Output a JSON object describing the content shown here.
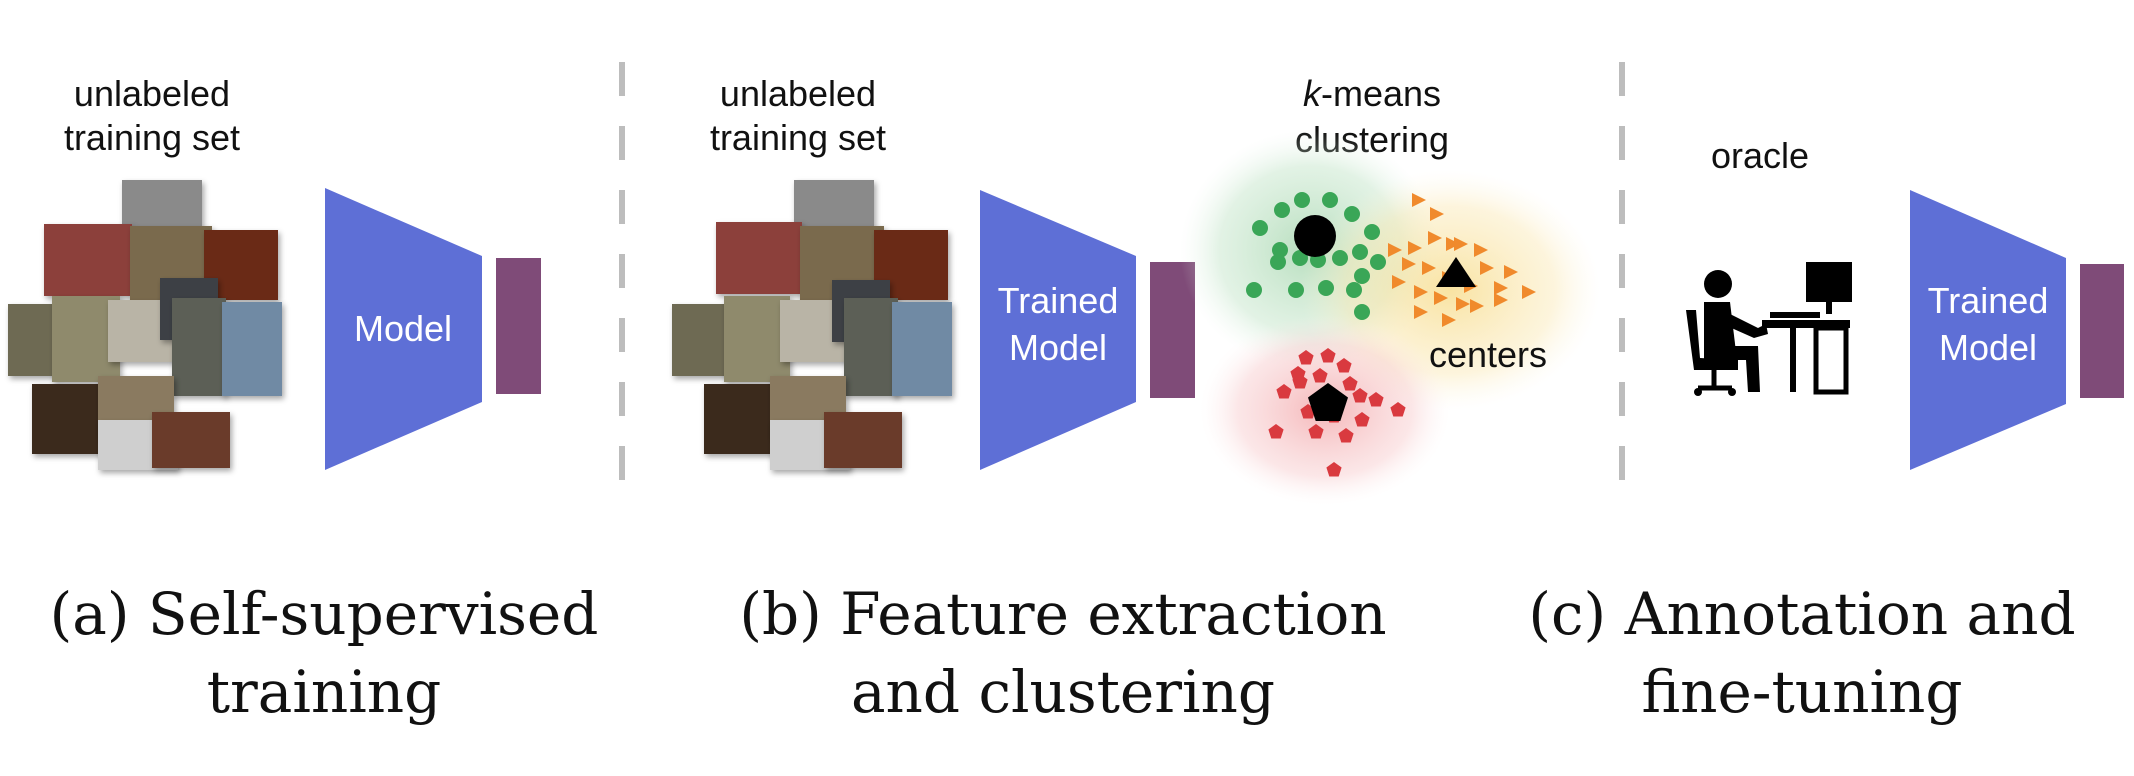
{
  "panels": {
    "a": {
      "set_label_line1": "unlabeled",
      "set_label_line2": "training set",
      "model_label": "Model",
      "caption_line1": "(a) Self-supervised",
      "caption_line2": "training"
    },
    "b": {
      "set_label_line1": "unlabeled",
      "set_label_line2": "training set",
      "model_label_line1": "Trained",
      "model_label_line2": "Model",
      "kmeans_k": "k",
      "kmeans_rest": "-means",
      "kmeans_line2": "clustering",
      "centers_label": "centers",
      "caption_line1": "(b) Feature extraction",
      "caption_line2": "and clustering"
    },
    "c": {
      "oracle_label": "oracle",
      "model_label_line1": "Trained",
      "model_label_line2": "Model",
      "caption_line1": "(c) Annotation and",
      "caption_line2": "fine-tuning"
    }
  },
  "colors": {
    "model": "#5e6fd6",
    "feature_bar": "#7f4b78",
    "divider": "#bdbdbd",
    "green_cluster": "#3aa657",
    "orange_cluster": "#f08a2c",
    "red_cluster": "#d93a3f",
    "center": "#000000"
  },
  "icons": {
    "oracle": "person-at-computer-icon",
    "green_center": "circle",
    "orange_center": "triangle",
    "red_center": "pentagon"
  }
}
